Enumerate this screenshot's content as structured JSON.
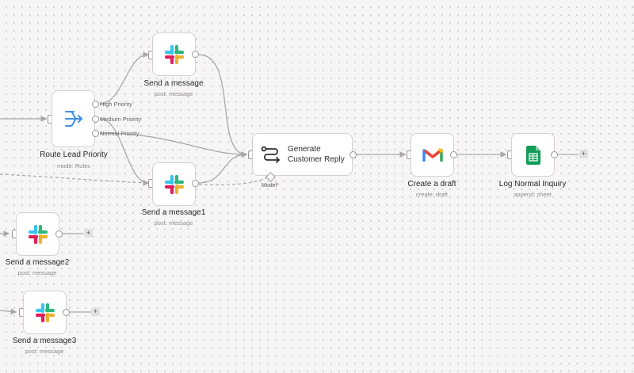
{
  "nodes": {
    "route": {
      "title": "Route Lead Priority",
      "subtitle": "mode: Rules",
      "icon": "switch-icon",
      "branches": [
        "High Priority",
        "Medium Priority",
        "Normal Priority"
      ]
    },
    "slack1": {
      "title": "Send a message",
      "subtitle": "post: message",
      "icon": "slack-icon"
    },
    "slack2": {
      "title": "Send a message1",
      "subtitle": "post: message",
      "icon": "slack-icon"
    },
    "slack3": {
      "title": "Send a message2",
      "subtitle": "post: message",
      "icon": "slack-icon"
    },
    "slack4": {
      "title": "Send a message3",
      "subtitle": "post: message",
      "icon": "slack-icon"
    },
    "generate": {
      "title": "Generate Customer Reply",
      "icon": "llm-chain-icon",
      "model_label": "Model",
      "model_required": "*"
    },
    "gmail": {
      "title": "Create a draft",
      "subtitle": "create: draft",
      "icon": "gmail-icon"
    },
    "sheet": {
      "title": "Log Normal Inquiry",
      "subtitle": "append: sheet",
      "icon": "google-sheets-icon"
    }
  },
  "add_button": "+",
  "colors": {
    "canvas": "#f7f5f6",
    "edge": "#a9a6a9",
    "route_icon": "#3d8fe8",
    "slack": [
      "#36c5f0",
      "#2eb67d",
      "#ecb22e",
      "#e01e5a"
    ],
    "gmail": [
      "#4285f4",
      "#ea4335",
      "#fbbc04",
      "#34a853"
    ],
    "sheets": "#0f9d58"
  }
}
